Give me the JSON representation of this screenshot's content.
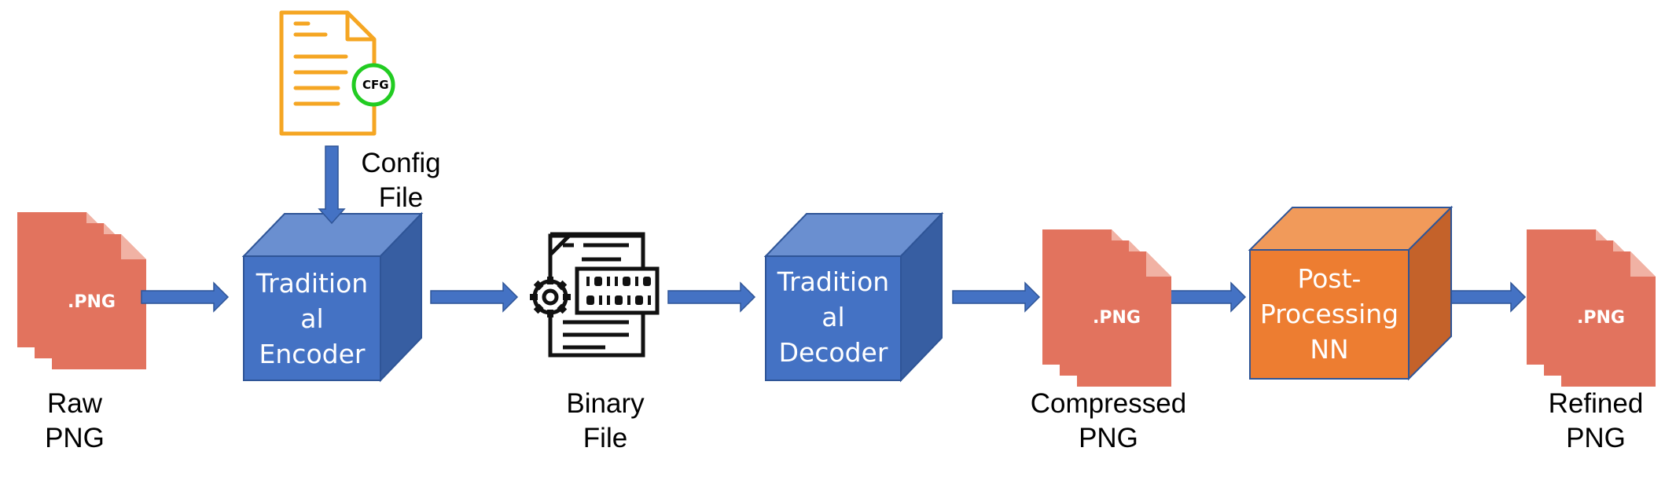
{
  "colors": {
    "blue_front": "#4472c4",
    "blue_top": "#6a8fd0",
    "blue_side": "#375ea2",
    "blue_edge": "#2f5597",
    "arrow": "#4472c4",
    "orange_front": "#ed7d31",
    "orange_top": "#f19a5a",
    "orange_side": "#c4622a",
    "png_file": "#e2735e",
    "png_file_corner": "#f1b2a4",
    "config_doc": "#f5a623",
    "config_badge": "#22cc22"
  },
  "icons": {
    "config": "config-document-icon",
    "binary": "binary-file-gear-icon",
    "png": "png-file-stack-icon"
  },
  "nodes": {
    "raw": {
      "line1": "Raw",
      "line2": "PNG",
      "file_label": ".PNG"
    },
    "encoder": {
      "line1": "Tradition",
      "line2": "al",
      "line3": "Encoder"
    },
    "config": {
      "line1": "Config",
      "line2": "File",
      "badge": "CFG"
    },
    "binary": {
      "line1": "Binary",
      "line2": "File"
    },
    "decoder": {
      "line1": "Tradition",
      "line2": "al",
      "line3": "Decoder"
    },
    "compressed": {
      "line1": "Compressed",
      "line2": "PNG",
      "file_label": ".PNG"
    },
    "postproc": {
      "line1": "Post-",
      "line2": "Processing",
      "line3": "NN"
    },
    "refined": {
      "line1": "Refined",
      "line2": "PNG",
      "file_label": ".PNG"
    }
  }
}
